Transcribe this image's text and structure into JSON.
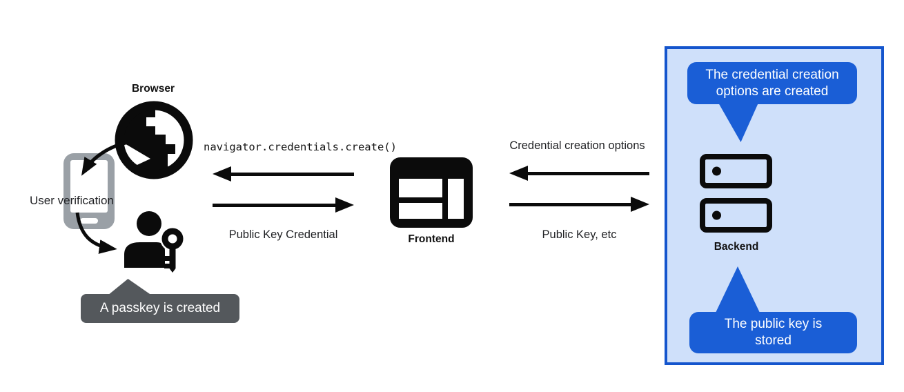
{
  "colors": {
    "bubble_blue": "#1A5ED6",
    "panel_border": "#1455CD",
    "panel_bg": "#CFE0FA",
    "tooltip_gray": "#54585C",
    "icon_black": "#0B0B0B",
    "phone_gray": "#9AA0A6",
    "text_dark": "#202124"
  },
  "nodes": {
    "browser": {
      "label": "Browser"
    },
    "authenticator": {
      "label": "User verification"
    },
    "frontend": {
      "label": "Frontend"
    },
    "backend": {
      "label": "Backend"
    }
  },
  "messages": {
    "create_call": "navigator.credentials.create()",
    "public_key_credential": "Public Key Credential",
    "credential_creation_options": "Credential creation options",
    "public_key_etc": "Public Key, etc"
  },
  "callouts": {
    "passkey_created": "A passkey is created",
    "options_created": "The credential creation options are created",
    "public_key_stored": "The public key is stored"
  }
}
